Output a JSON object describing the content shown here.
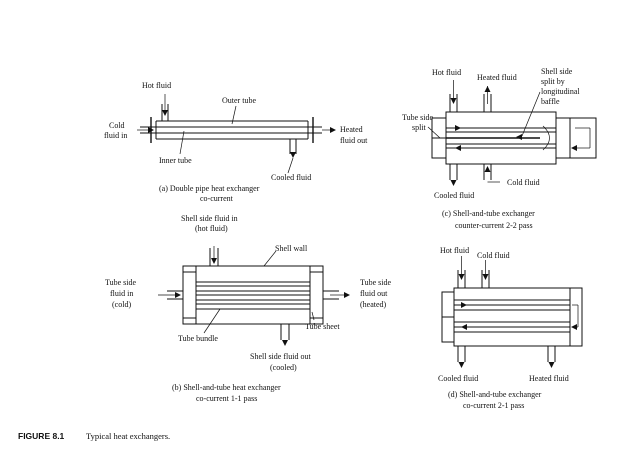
{
  "figure": {
    "number": "FIGURE 8.1",
    "caption": "Typical heat exchangers."
  },
  "panel_a": {
    "hot_fluid": "Hot fluid",
    "outer_tube": "Outer tube",
    "cold_fluid_in_1": "Cold",
    "cold_fluid_in_2": "fluid in",
    "heated_fluid_out_1": "Heated",
    "heated_fluid_out_2": "fluid out",
    "inner_tube": "Inner tube",
    "cooled_fluid": "Cooled fluid",
    "caption_1": "(a) Double pipe heat exchanger",
    "caption_2": "co-current"
  },
  "panel_b": {
    "shell_in_1": "Shell side fluid in",
    "shell_in_2": "(hot fluid)",
    "shell_wall": "Shell wall",
    "tube_in_1": "Tube side",
    "tube_in_2": "fluid in",
    "tube_in_3": "(cold)",
    "tube_out_1": "Tube side",
    "tube_out_2": "fluid out",
    "tube_out_3": "(heated)",
    "tube_sheet": "Tube sheet",
    "tube_bundle": "Tube bundle",
    "shell_out_1": "Shell side fluid out",
    "shell_out_2": "(cooled)",
    "caption_1": "(b) Shell-and-tube heat exchanger",
    "caption_2": "co-current 1-1 pass"
  },
  "panel_c": {
    "hot_fluid": "Hot fluid",
    "heated_fluid": "Heated fluid",
    "shell_split_1": "Shell side",
    "shell_split_2": "split by",
    "shell_split_3": "longitudinal",
    "shell_split_4": "baffle",
    "tube_split_1": "Tube side",
    "tube_split_2": "split",
    "cold_fluid": "Cold fluid",
    "cooled_fluid": "Cooled fluid",
    "caption_1": "(c) Shell-and-tube exchanger",
    "caption_2": "counter-current 2-2 pass"
  },
  "panel_d": {
    "hot_fluid": "Hot fluid",
    "cold_fluid": "Cold fluid",
    "cooled_fluid": "Cooled fluid",
    "heated_fluid": "Heated fluid",
    "caption_1": "(d) Shell-and-tube exchanger",
    "caption_2": "co-current 2-1 pass"
  }
}
